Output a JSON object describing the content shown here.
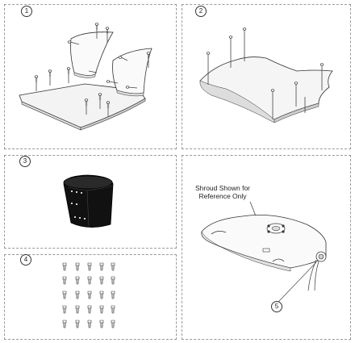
{
  "panels": [
    {
      "id": "1"
    },
    {
      "id": "2"
    },
    {
      "id": "3"
    },
    {
      "id": "4"
    },
    {
      "id": "5-shroud"
    }
  ],
  "callouts": {
    "p1": "1",
    "p2": "2",
    "p3": "3",
    "p4": "4",
    "p5": "5"
  },
  "shroud_caption_line1": "Shroud Shown for",
  "shroud_caption_line2": "Reference Only"
}
